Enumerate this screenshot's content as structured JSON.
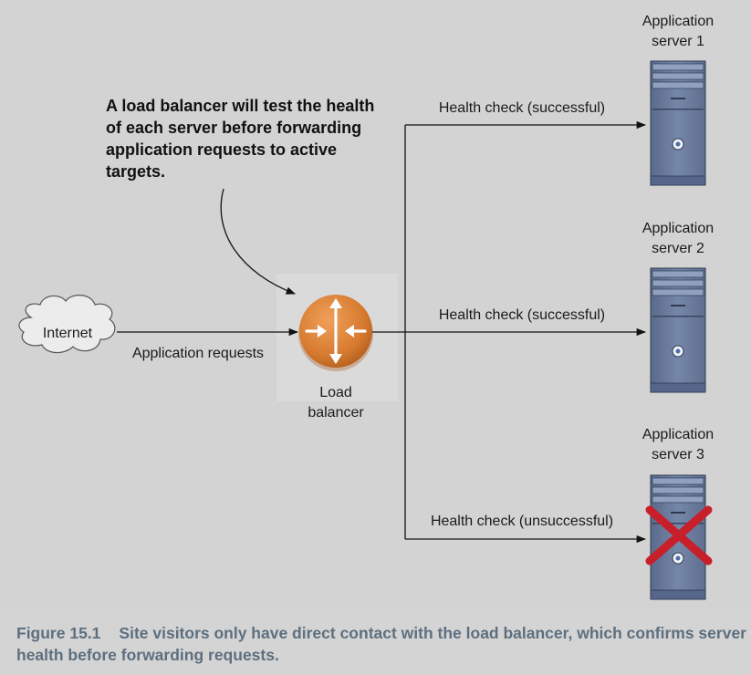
{
  "callout": "A load balancer will test the health of each server before forwarding application requests to active targets.",
  "internet_label": "Internet",
  "requests_label": "Application requests",
  "load_balancer_label": [
    "Load",
    "balancer"
  ],
  "servers": [
    {
      "label": [
        "Application",
        "server 1"
      ],
      "health_check": "Health check (successful)",
      "healthy": true
    },
    {
      "label": [
        "Application",
        "server 2"
      ],
      "health_check": "Health check (successful)",
      "healthy": true
    },
    {
      "label": [
        "Application",
        "server 3"
      ],
      "health_check": "Health check (unsuccessful)",
      "healthy": false
    }
  ],
  "caption": {
    "figure_number": "Figure 15.1",
    "text": "Site visitors only have direct contact with the load balancer, which confirms server health before forwarding requests."
  },
  "colors": {
    "background": "#d3d3d3",
    "server_body": "#6d7fa0",
    "load_balancer": "#d67a2f",
    "failure_mark": "#c8202a",
    "caption": "#5d6f7f"
  }
}
